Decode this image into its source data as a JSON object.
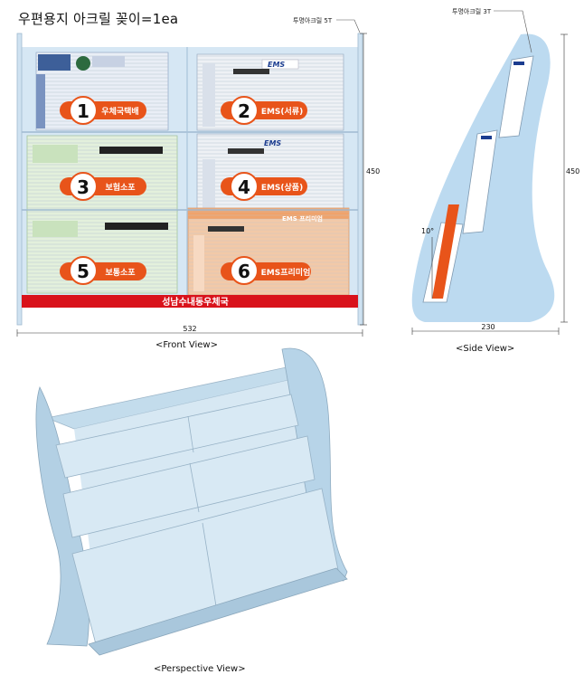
{
  "title": "우편용지 아크릴 꽂이=1ea",
  "front": {
    "caption": "<Front View>",
    "material_note": "투명아크릴 5T",
    "dim_height": "450",
    "dim_width": "532",
    "banner": "성남수내동우체국",
    "slots": [
      {
        "num": "1",
        "label": "우체국택배"
      },
      {
        "num": "2",
        "label": "EMS(서류)"
      },
      {
        "num": "3",
        "label": "보험소포"
      },
      {
        "num": "4",
        "label": "EMS(상품)"
      },
      {
        "num": "5",
        "label": "보통소포"
      },
      {
        "num": "6",
        "label": "EMS프리미엄"
      }
    ],
    "form_labels": {
      "ems": "EMS",
      "ems_premium": "EMS 프리미엄"
    }
  },
  "side": {
    "caption": "<Side View>",
    "material_note": "투명아크릴 3T",
    "dim_height": "450",
    "dim_width": "230",
    "angle": "10°"
  },
  "perspective": {
    "caption": "<Perspective View>"
  },
  "colors": {
    "acrylic": "#bcdaf0",
    "badge_orange": "#e8541a",
    "banner_red": "#d9121b"
  }
}
